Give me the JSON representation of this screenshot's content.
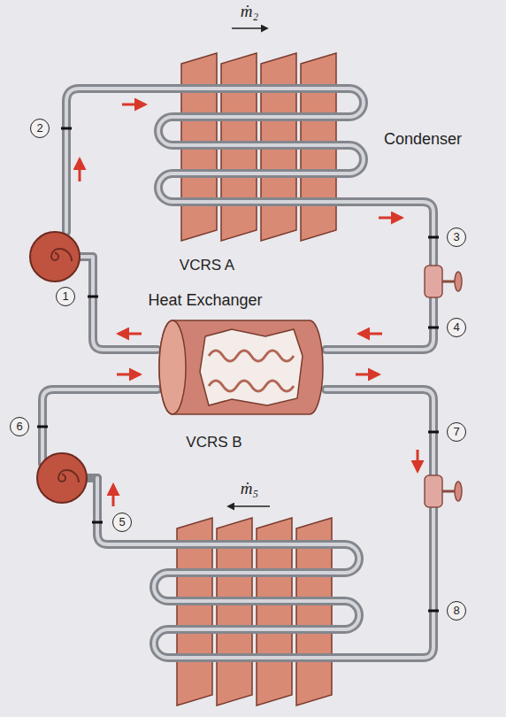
{
  "diagram": {
    "labels": [
      "ṁ₂",
      "2",
      "Condenser",
      "3",
      "1",
      "VCRS A",
      "Heat Exchanger",
      "4",
      "6",
      "VCRS B",
      "7",
      "5",
      "ṁ₅",
      "8"
    ]
  }
}
